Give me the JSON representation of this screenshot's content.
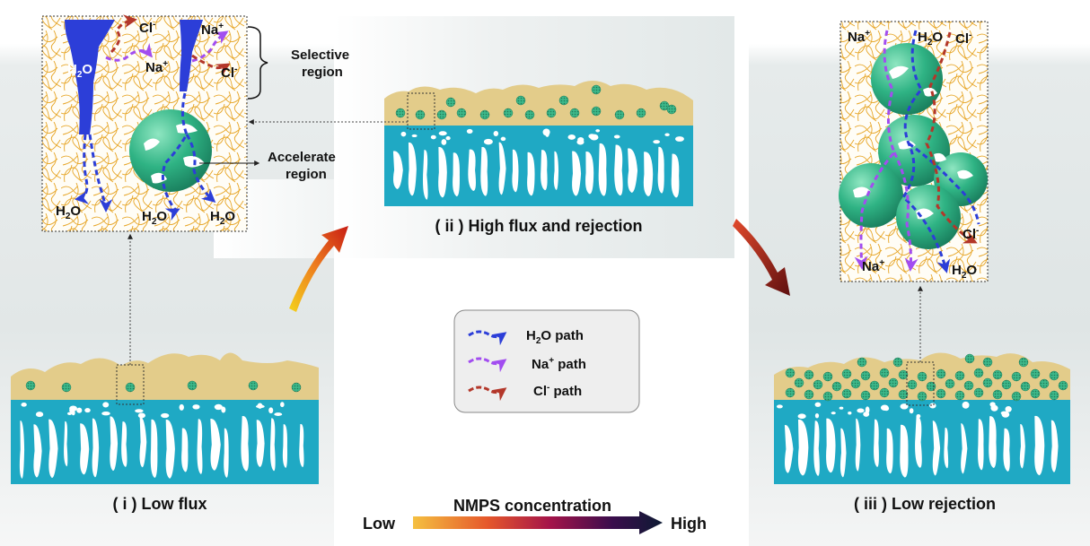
{
  "panels": {
    "i": {
      "caption": "( i ) Low flux"
    },
    "ii": {
      "caption": "( ii ) High flux and rejection"
    },
    "iii": {
      "caption": "( iii ) Low rejection"
    }
  },
  "zoom_labels": {
    "selective": [
      "Selective",
      "region"
    ],
    "accelerate": [
      "Accelerate",
      "region"
    ]
  },
  "ions": {
    "cl": "Cl",
    "na": "Na",
    "water": "H",
    "water_sub": "2",
    "water_end": "O",
    "plus": "+",
    "minus": "-"
  },
  "legend": {
    "items": [
      {
        "label_pre": "H",
        "label_sub": "2",
        "label_post": "O path",
        "color": "#2c3ed8"
      },
      {
        "label_pre": "Na",
        "label_sup": "+",
        "label_post": " path",
        "color": "#a24df0"
      },
      {
        "label_pre": "Cl",
        "label_sup": "-",
        "label_post": " path",
        "color": "#b3372a"
      }
    ]
  },
  "scale": {
    "title": "NMPS concentration",
    "low": "Low",
    "high": "High"
  },
  "colors": {
    "substrate": "#1fa9c4",
    "selective_layer": "#e3cc8a",
    "particle": "#3fbf8c",
    "fiber": "#e8a92b",
    "water_path": "#2c3ed8",
    "na_path": "#a24df0",
    "cl_path": "#b3372a"
  }
}
